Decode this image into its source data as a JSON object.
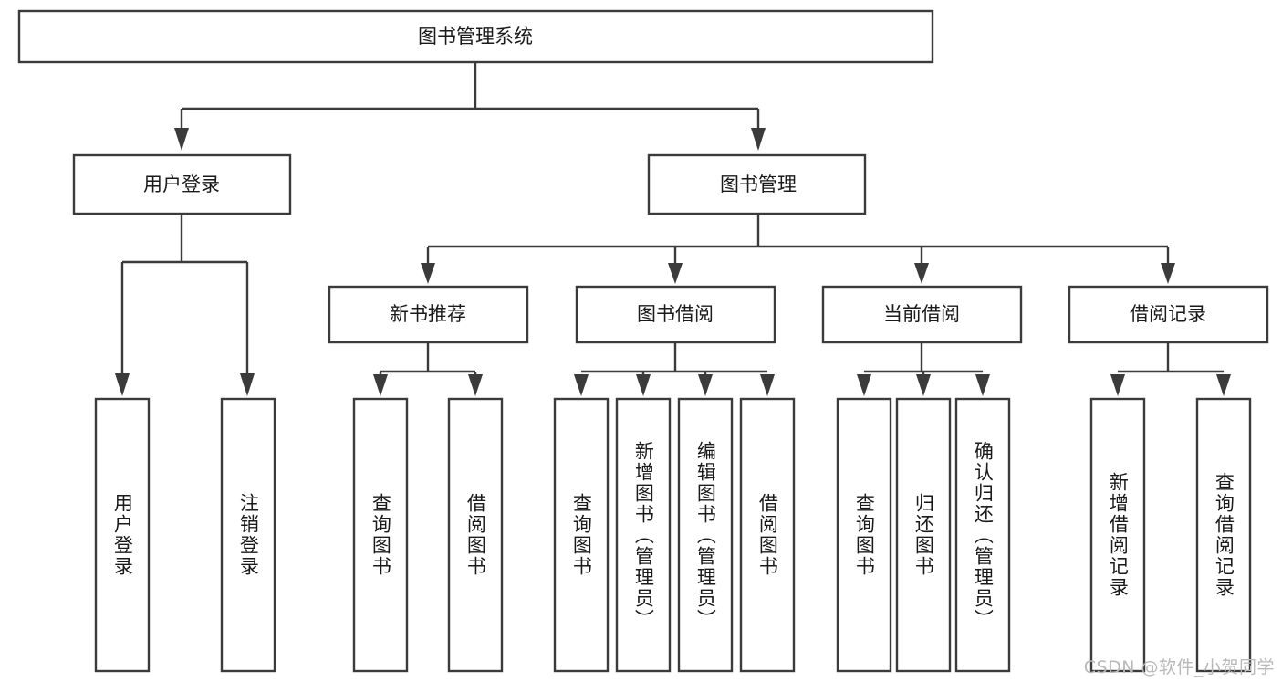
{
  "diagram": {
    "type": "tree-hierarchy",
    "title": "图书管理系统",
    "orientation": "top-down",
    "colors": {
      "box_stroke": "#3b3b3b",
      "box_fill": "#ffffff",
      "connector": "#3b3b3b",
      "text": "#1a1a1a",
      "background": "#ffffff",
      "watermark": "#b9b9b9"
    },
    "levels": {
      "root": {
        "label": "图书管理系统"
      },
      "level2": [
        {
          "label": "用户登录"
        },
        {
          "label": "图书管理"
        }
      ],
      "level3": [
        {
          "label": "新书推荐"
        },
        {
          "label": "图书借阅"
        },
        {
          "label": "当前借阅"
        },
        {
          "label": "借阅记录"
        }
      ],
      "leaves_user_login": [
        {
          "label": "用户登录"
        },
        {
          "label": "注销登录"
        }
      ],
      "leaves_new_book": [
        {
          "label": "查询图书"
        },
        {
          "label": "借阅图书"
        }
      ],
      "leaves_borrow": [
        {
          "label": "查询图书"
        },
        {
          "label": "新增图书（管理员）"
        },
        {
          "label": "编辑图书（管理员）"
        },
        {
          "label": "借阅图书"
        }
      ],
      "leaves_current": [
        {
          "label": "查询图书"
        },
        {
          "label": "归还图书"
        },
        {
          "label": "确认归还（管理员）"
        }
      ],
      "leaves_record": [
        {
          "label": "新增借阅记录"
        },
        {
          "label": "查询借阅记录"
        }
      ]
    }
  },
  "watermark": {
    "text": "CSDN @软件_小贺同学"
  }
}
